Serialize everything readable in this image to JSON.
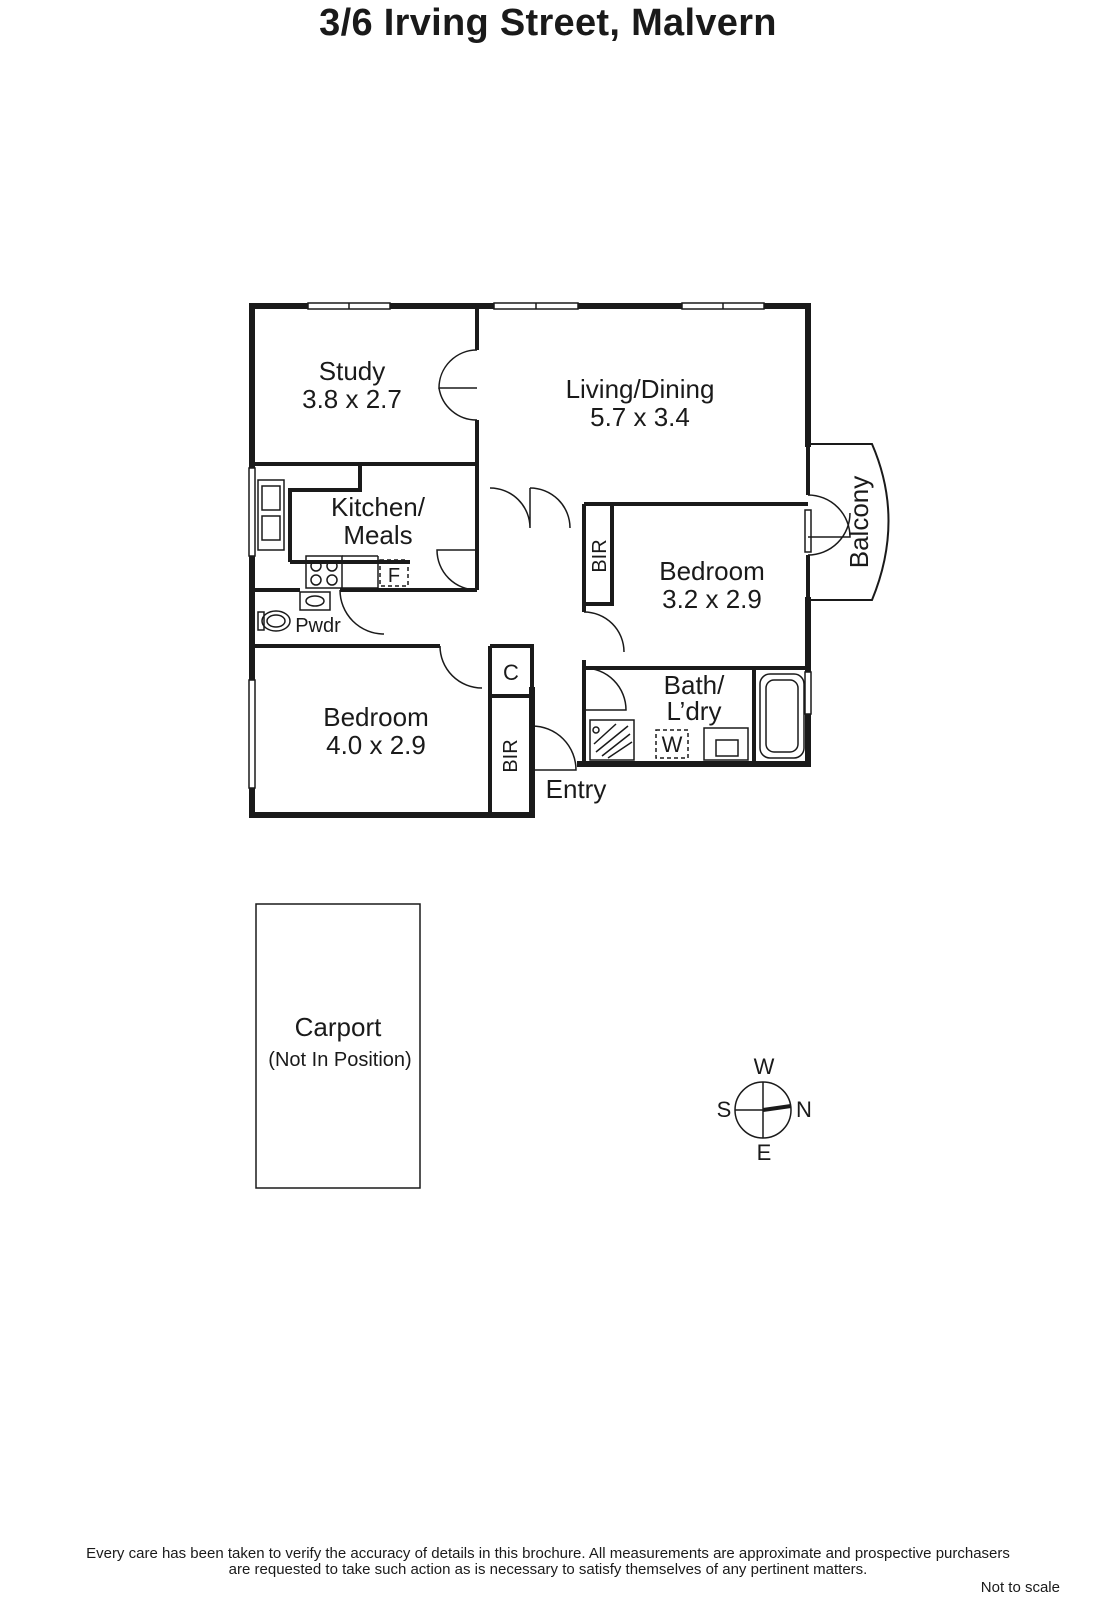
{
  "title": "3/6 Irving Street, Malvern",
  "rooms": {
    "study": {
      "name": "Study",
      "dims": "3.8 x 2.7"
    },
    "living": {
      "name": "Living/Dining",
      "dims": "5.7 x 3.4"
    },
    "kitchen": {
      "line1": "Kitchen/",
      "line2": "Meals"
    },
    "fridge": "F",
    "powder": "Pwdr",
    "bedroom_right": {
      "name": "Bedroom",
      "dims": "3.2 x 2.9"
    },
    "bedroom_left": {
      "name": "Bedroom",
      "dims": "4.0 x 2.9"
    },
    "bath": {
      "line1": "Bath/",
      "line2": "L’dry"
    },
    "washer": "W",
    "bir_upper": "BIR",
    "bir_lower": "BIR",
    "cupboard": "C",
    "entry": "Entry",
    "balcony": "Balcony",
    "carport": {
      "name": "Carport",
      "note": "(Not In Position)"
    }
  },
  "compass": {
    "w": "W",
    "s": "S",
    "n": "N",
    "e": "E"
  },
  "footer": {
    "line1": "Every care has been taken to verify the accuracy of details in this brochure.  All measurements are approximate and prospective purchasers",
    "line2": "are requested to take such action as is necessary to satisfy themselves of any pertinent matters.",
    "not_to_scale": "Not to scale"
  }
}
